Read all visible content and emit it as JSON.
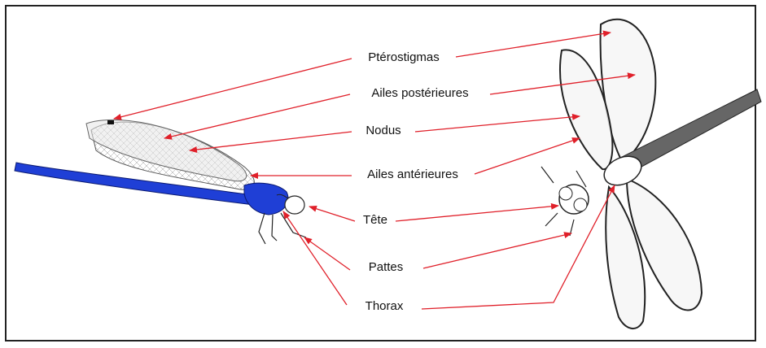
{
  "labels": {
    "pterostigmas": "Ptérostigmas",
    "ailes_posterieures": "Ailes postérieures",
    "nodus": "Nodus",
    "ailes_anterieures": "Ailes antérieures",
    "tete": "Tête",
    "pattes": "Pattes",
    "thorax": "Thorax"
  },
  "colors": {
    "arrow": "#e0202a",
    "body_blue": "#1f3fd6",
    "outline": "#222222"
  },
  "icons": [
    "damselfly-side-illustration",
    "dragonfly-top-illustration"
  ]
}
